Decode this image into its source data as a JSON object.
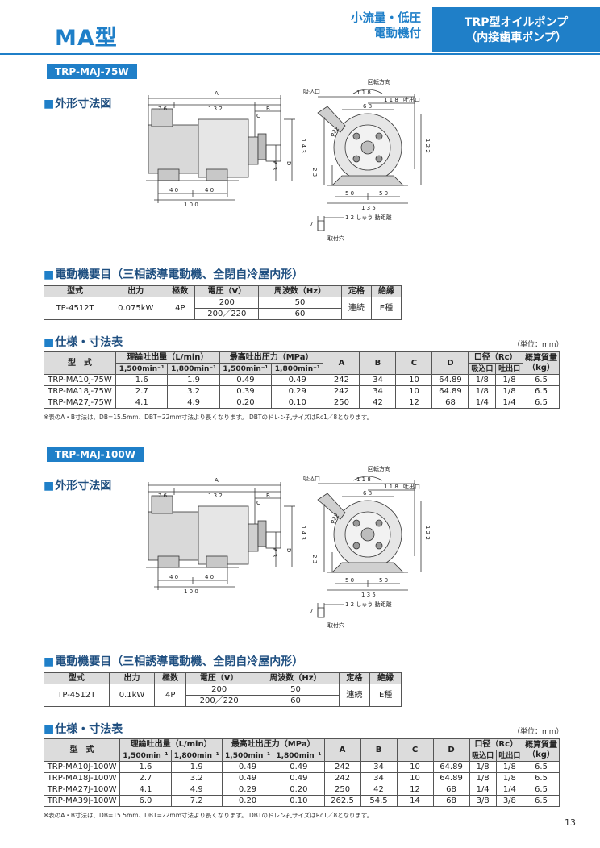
{
  "header": {
    "title": "MA型",
    "subtitle": [
      "小流量・低圧",
      "電動機付"
    ],
    "box": [
      "TRP型オイルポンプ",
      "（内接歯車ポンプ）"
    ]
  },
  "sections": [
    {
      "model": "TRP-MAJ-75W",
      "outline_heading": "外形寸法図",
      "drawing_labels": {
        "a": "A",
        "b": "B",
        "c": "C",
        "d": "D",
        "d76": "7 6",
        "d132": "1 3 2",
        "d40a": "4 0",
        "d40b": "4 0",
        "d100": "1 0 0",
        "d143": "1 4 3",
        "d63": "6 3",
        "d23": "2 3",
        "d122": "1 2 2",
        "d118a": "1 1 8",
        "d118b": "1 1 8",
        "d68": "6 8",
        "d50a": "5 0",
        "d50b": "5 0",
        "d135": "1 3 5",
        "phi": "φ22",
        "suction": "吸込口",
        "rotation": "回転方向",
        "discharge": "吐出口",
        "hole_note": "1 2 しゅう 動距離",
        "d7": "7",
        "hole": "取付穴"
      },
      "motor_heading": "電動機要目（三相誘導電動機、全閉自冷屋内形）",
      "motor_table": {
        "headers": [
          "型式",
          "出力",
          "極数",
          "電圧（V）",
          "周波数（Hz）",
          "定格",
          "絶縁"
        ],
        "model": "TP-4512T",
        "output": "0.075kW",
        "poles": "4P",
        "voltage_1": "200",
        "freq_1": "50",
        "voltage_2": "200／220",
        "freq_2": "60",
        "rating": "連続",
        "insulation": "E種"
      },
      "spec_heading": "仕様・寸法表",
      "unit": "（単位：mm）",
      "spec_table": {
        "h_model": "型　式",
        "h_flow": "理論吐出量（L/min）",
        "h_press": "最高吐出圧力（MPa）",
        "h_a": "A",
        "h_b": "B",
        "h_c": "C",
        "h_d": "D",
        "h_port": "口径（Rc）",
        "h_mass": "概算質量（kg）",
        "h_1500": "1,500min⁻¹",
        "h_1800": "1,800min⁻¹",
        "h_in": "吸込口",
        "h_out": "吐出口",
        "rows": [
          [
            "TRP-MA10J-75W",
            "1.6",
            "1.9",
            "0.49",
            "0.49",
            "242",
            "34",
            "10",
            "64.89",
            "1/8",
            "1/8",
            "6.5"
          ],
          [
            "TRP-MA18J-75W",
            "2.7",
            "3.2",
            "0.39",
            "0.29",
            "242",
            "34",
            "10",
            "64.89",
            "1/8",
            "1/8",
            "6.5"
          ],
          [
            "TRP-MA27J-75W",
            "4.1",
            "4.9",
            "0.20",
            "0.10",
            "250",
            "42",
            "12",
            "68",
            "1/4",
            "1/4",
            "6.5"
          ]
        ]
      },
      "note": "※表のA・B寸法は、DB=15.5mm、DBT=22mm寸法より長くなります。 DBTのドレン孔サイズはRc1／8となります。"
    },
    {
      "model": "TRP-MAJ-100W",
      "outline_heading": "外形寸法図",
      "drawing_labels": {
        "a": "A",
        "b": "B",
        "c": "C",
        "d": "D",
        "d76": "7 6",
        "d132": "1 3 2",
        "d40a": "4 0",
        "d40b": "4 0",
        "d100": "1 0 0",
        "d143": "1 4 3",
        "d63": "6 3",
        "d23": "2 3",
        "d122": "1 2 2",
        "d118a": "1 1 8",
        "d118b": "1 1 8",
        "d68": "6 8",
        "d50a": "5 0",
        "d50b": "5 0",
        "d135": "1 3 5",
        "phi": "φ22",
        "suction": "吸込口",
        "rotation": "回転方向",
        "discharge": "吐出口",
        "hole_note": "1 2 しゅう 動距離",
        "d7": "7",
        "hole": "取付穴"
      },
      "motor_heading": "電動機要目（三相誘導電動機、全閉自冷屋内形）",
      "motor_table": {
        "headers": [
          "型式",
          "出力",
          "極数",
          "電圧（V）",
          "周波数（Hz）",
          "定格",
          "絶縁"
        ],
        "model": "TP-4512T",
        "output": "0.1kW",
        "poles": "4P",
        "voltage_1": "200",
        "freq_1": "50",
        "voltage_2": "200／220",
        "freq_2": "60",
        "rating": "連続",
        "insulation": "E種"
      },
      "spec_heading": "仕様・寸法表",
      "unit": "（単位：mm）",
      "spec_table": {
        "h_model": "型　式",
        "h_flow": "理論吐出量（L/min）",
        "h_press": "最高吐出圧力（MPa）",
        "h_a": "A",
        "h_b": "B",
        "h_c": "C",
        "h_d": "D",
        "h_port": "口径（Rc）",
        "h_mass": "概算質量（kg）",
        "h_1500": "1,500min⁻¹",
        "h_1800": "1,800min⁻¹",
        "h_in": "吸込口",
        "h_out": "吐出口",
        "rows": [
          [
            "TRP-MA10J-100W",
            "1.6",
            "1.9",
            "0.49",
            "0.49",
            "242",
            "34",
            "10",
            "64.89",
            "1/8",
            "1/8",
            "6.5"
          ],
          [
            "TRP-MA18J-100W",
            "2.7",
            "3.2",
            "0.49",
            "0.49",
            "242",
            "34",
            "10",
            "64.89",
            "1/8",
            "1/8",
            "6.5"
          ],
          [
            "TRP-MA27J-100W",
            "4.1",
            "4.9",
            "0.29",
            "0.20",
            "250",
            "42",
            "12",
            "68",
            "1/4",
            "1/4",
            "6.5"
          ],
          [
            "TRP-MA39J-100W",
            "6.0",
            "7.2",
            "0.20",
            "0.10",
            "262.5",
            "54.5",
            "14",
            "68",
            "3/8",
            "3/8",
            "6.5"
          ]
        ]
      },
      "note": "※表のA・B寸法は、DB=15.5mm、DBT=22mm寸法より長くなります。 DBTのドレン孔サイズはRc1／8となります。"
    }
  ],
  "page_number": "13",
  "colors": {
    "accent": "#1f7fc8",
    "heading": "#1f4f80",
    "table_header": "#dcdcdc"
  }
}
